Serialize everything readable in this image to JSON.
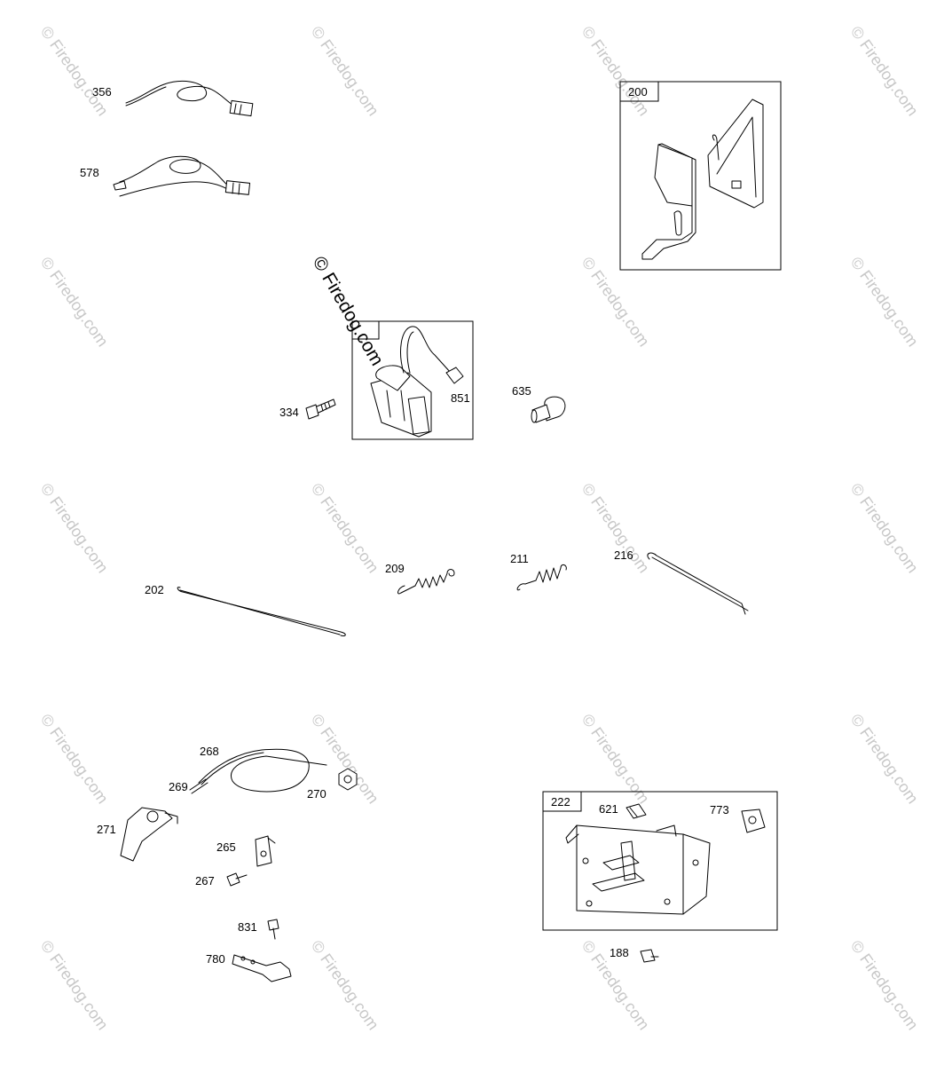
{
  "watermark": {
    "text": "© Firedog.com"
  },
  "boxes": [
    {
      "id": "200",
      "label": "200"
    },
    {
      "id": "ignition",
      "label": ""
    },
    {
      "id": "222",
      "label": "222"
    }
  ],
  "callouts": {
    "p356": "356",
    "p578": "578",
    "p334": "334",
    "p851": "851",
    "p635": "635",
    "p202": "202",
    "p209": "209",
    "p211": "211",
    "p216": "216",
    "p268": "268",
    "p269": "269",
    "p270": "270",
    "p271": "271",
    "p265": "265",
    "p267": "267",
    "p831": "831",
    "p780": "780",
    "p621": "621",
    "p773": "773",
    "p188": "188"
  }
}
